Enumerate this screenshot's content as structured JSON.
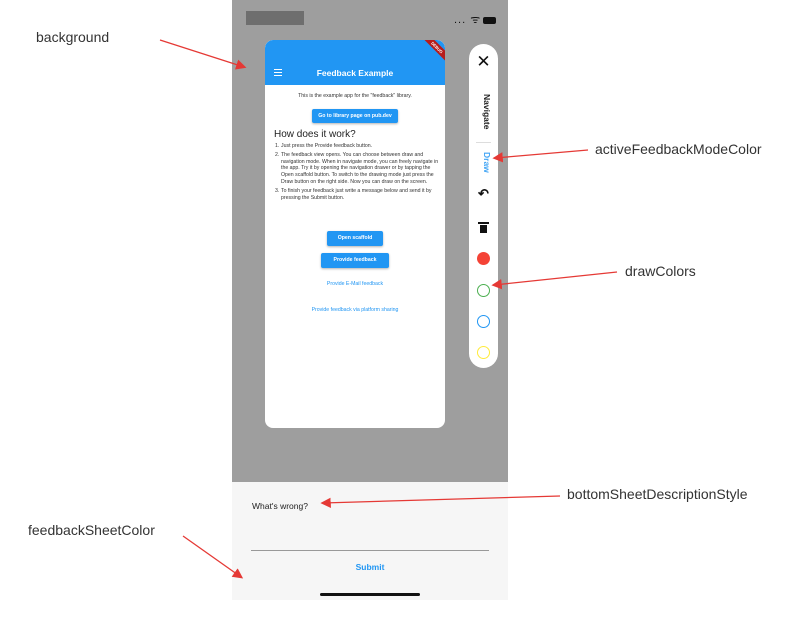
{
  "annotations": {
    "background": "background",
    "active_mode_color": "activeFeedbackModeColor",
    "draw_colors": "drawColors",
    "description_style": "bottomSheetDescriptionStyle",
    "sheet_color": "feedbackSheetColor"
  },
  "app": {
    "title": "Feedback Example",
    "ribbon": "DEBUG",
    "intro": "This is the example app for the \"feedback\" library.",
    "library_button": "Go to library page on pub.dev",
    "heading": "How does it work?",
    "steps": [
      {
        "num": "1.",
        "text": "Just press the Provide feedback button."
      },
      {
        "num": "2.",
        "text": "The feedback view opens. You can choose between draw and navigation mode. When in navigate mode, you can freely navigate in the app. Try it by opening the navigation drawer or by tapping the Open scaffold button. To switch to the drawing mode just press the Draw button on the right side. Now you can draw on the screen."
      },
      {
        "num": "3.",
        "text": "To finish your feedback just write a message below and send it by pressing the Submit button."
      }
    ],
    "open_scaffold_button": "Open scaffold",
    "provide_feedback_button": "Provide feedback",
    "email_link": "Provide E-Mail feedback",
    "share_link": "Provide feedback via platform sharing"
  },
  "toolbar": {
    "close": "✕",
    "navigate": "Navigate",
    "draw": "Draw",
    "undo": "↶",
    "colors": [
      "#f44336",
      "#4caf50",
      "#2196f3",
      "#ffeb3b"
    ],
    "active_color": "#42a5f5"
  },
  "sheet": {
    "description": "What's wrong?",
    "submit": "Submit"
  },
  "status": {
    "icons": "... ᯤ"
  }
}
